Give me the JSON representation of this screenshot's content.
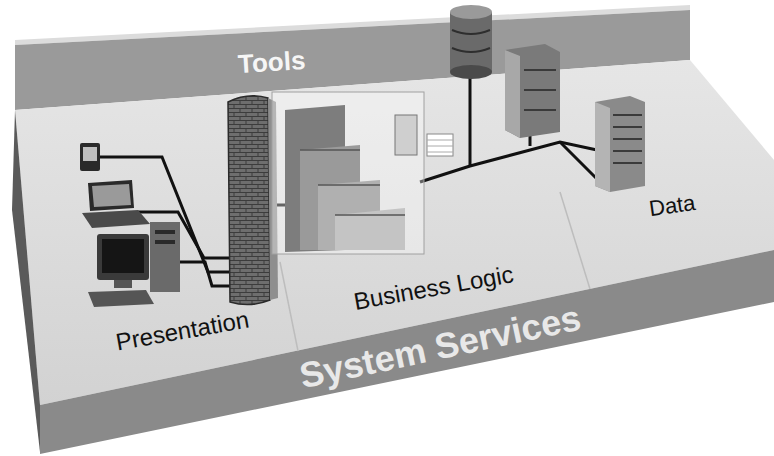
{
  "diagram": {
    "labels": [
      "Tools",
      "Presentation",
      "Business Logic",
      "Data",
      "System Services"
    ]
  }
}
